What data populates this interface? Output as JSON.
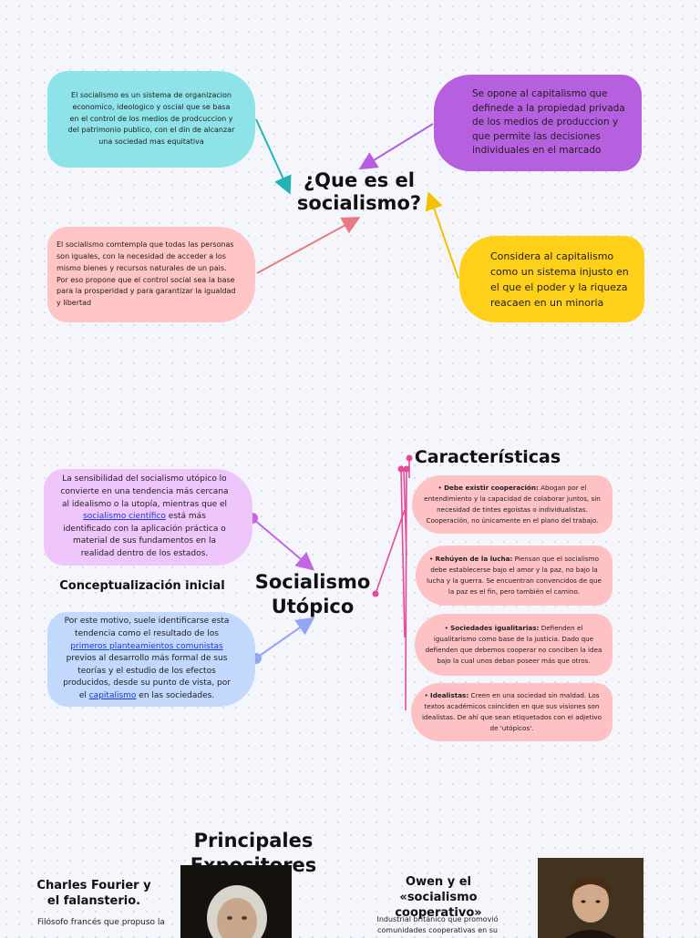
{
  "section1": {
    "title": "¿Que es el socialismo?",
    "node_teal": "El socialismo es un sistema de organizacion economico, ideologico y oscial que se basa en el control de los medios de prodcuccion y del patrimonio publico, con el din de alcanzar una sociedad mas equitativa",
    "node_pink": "El socialismo comtempla que todas las personas son iguales, con la necesidad de acceder a los mismo bienes  y recursos naturales de un pais. Por eso propone que el control social sea la base para la prosperidad y para garantizar la igualdad y libertad",
    "node_purple": "Se opone al capitalismo que definede a la propiedad privada de los medios de produccion y que permite las decisiones individuales en el marcado",
    "node_yellow": "Considera al capitalismo como un sistema injusto en el que el poder y la riqueza reacaen en un minoria"
  },
  "section2": {
    "title": "Socialismo Utópico",
    "concept_label": "Conceptualización inicial",
    "node_lavender_pre": "La sensibilidad del socialismo utópico lo convierte en una tendencia más cercana al idealismo o la utopía, mientras que el ",
    "node_lavender_link": "socialismo científico",
    "node_lavender_post": " está más identificado con la aplicación práctica o material de sus fundamentos en la realidad dentro de los estados.",
    "node_blue_pre": "Por este motivo, suele identificarse esta tendencia como el resultado de los ",
    "node_blue_link1": "primeros planteamientos comunistas",
    "node_blue_mid": " previos al desarrollo más formal de sus teorías y el estudio de los efectos producidos, desde su punto de vista, por el ",
    "node_blue_link2": "capitalismo",
    "node_blue_post": " en las sociedades.",
    "characteristics_title": "Características",
    "characteristics": [
      {
        "bold": "Debe existir cooperación:",
        "text": " Abogan por el entendimiento y la capacidad de colaborar juntos, sin necesidad de tintes egoístas o individualistas. Cooperación, no únicamente en el plano del trabajo."
      },
      {
        "bold": "Rehúyen de la lucha:",
        "text": " Piensan que el socialismo debe establecerse bajo el amor y la paz, no bajo la lucha y la guerra. Se encuentran convencidos de que la paz es el fin, pero también el camino."
      },
      {
        "bold": "Sociedades igualitarias:",
        "text": " Defienden el igualitarismo como base de la justicia. Dado que defienden que debemos cooperar no conciben la idea bajo la cual unos deban poseer más que otros."
      },
      {
        "bold": "Idealistas:",
        "text": " Creen en una sociedad sin maldad. Los textos académicos coinciden en que sus visiones son idealistas. De ahí que sean etiquetados con el adjetivo de 'utópicos'."
      }
    ]
  },
  "section3": {
    "title": "Principales Expositores",
    "fourier_title": "Charles Fourier y el falansterio.",
    "fourier_text": "Filósofo francés que propuso la",
    "owen_title": "Owen y el «socialismo cooperativo»",
    "owen_text": "Industrial británico que promovió comunidades cooperativas en su"
  },
  "colors": {
    "teal": "#8ee3e8",
    "pink": "#ffc4c4",
    "purple": "#b760df",
    "yellow": "#ffd01a",
    "lavender": "#efc6fb",
    "light_blue": "#c2d8fc",
    "char_pink": "#ffc2c4",
    "connector_magenta": "#e8489a"
  }
}
